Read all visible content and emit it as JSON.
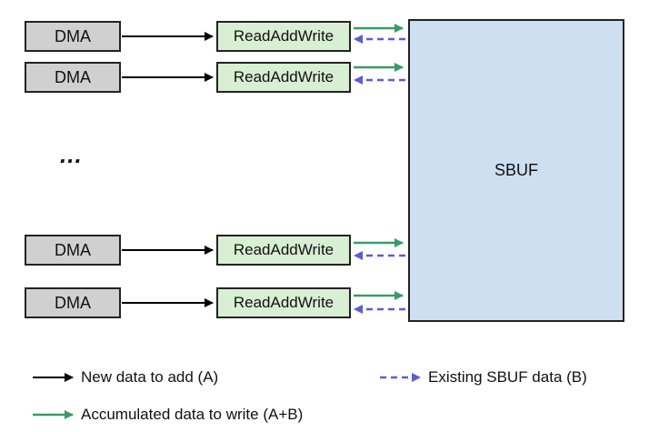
{
  "rows": [
    {
      "dma_label": "DMA",
      "raw_label": "ReadAddWrite"
    },
    {
      "dma_label": "DMA",
      "raw_label": "ReadAddWrite"
    },
    {
      "dma_label": "DMA",
      "raw_label": "ReadAddWrite"
    },
    {
      "dma_label": "DMA",
      "raw_label": "ReadAddWrite"
    }
  ],
  "ellipsis": "...",
  "sbuf_label": "SBUF",
  "legend": {
    "new_data": "New data to add (A)",
    "existing": "Existing SBUF data (B)",
    "accumulated": "Accumulated data to write (A+B)"
  },
  "colors": {
    "black_arrow": "#000000",
    "green_arrow": "#3a9a6a",
    "blue_dashed_arrow": "#5b5bdc",
    "dma_fill": "#d0d0d0",
    "raw_fill": "#d8efd3",
    "sbuf_fill": "#cddff0"
  }
}
